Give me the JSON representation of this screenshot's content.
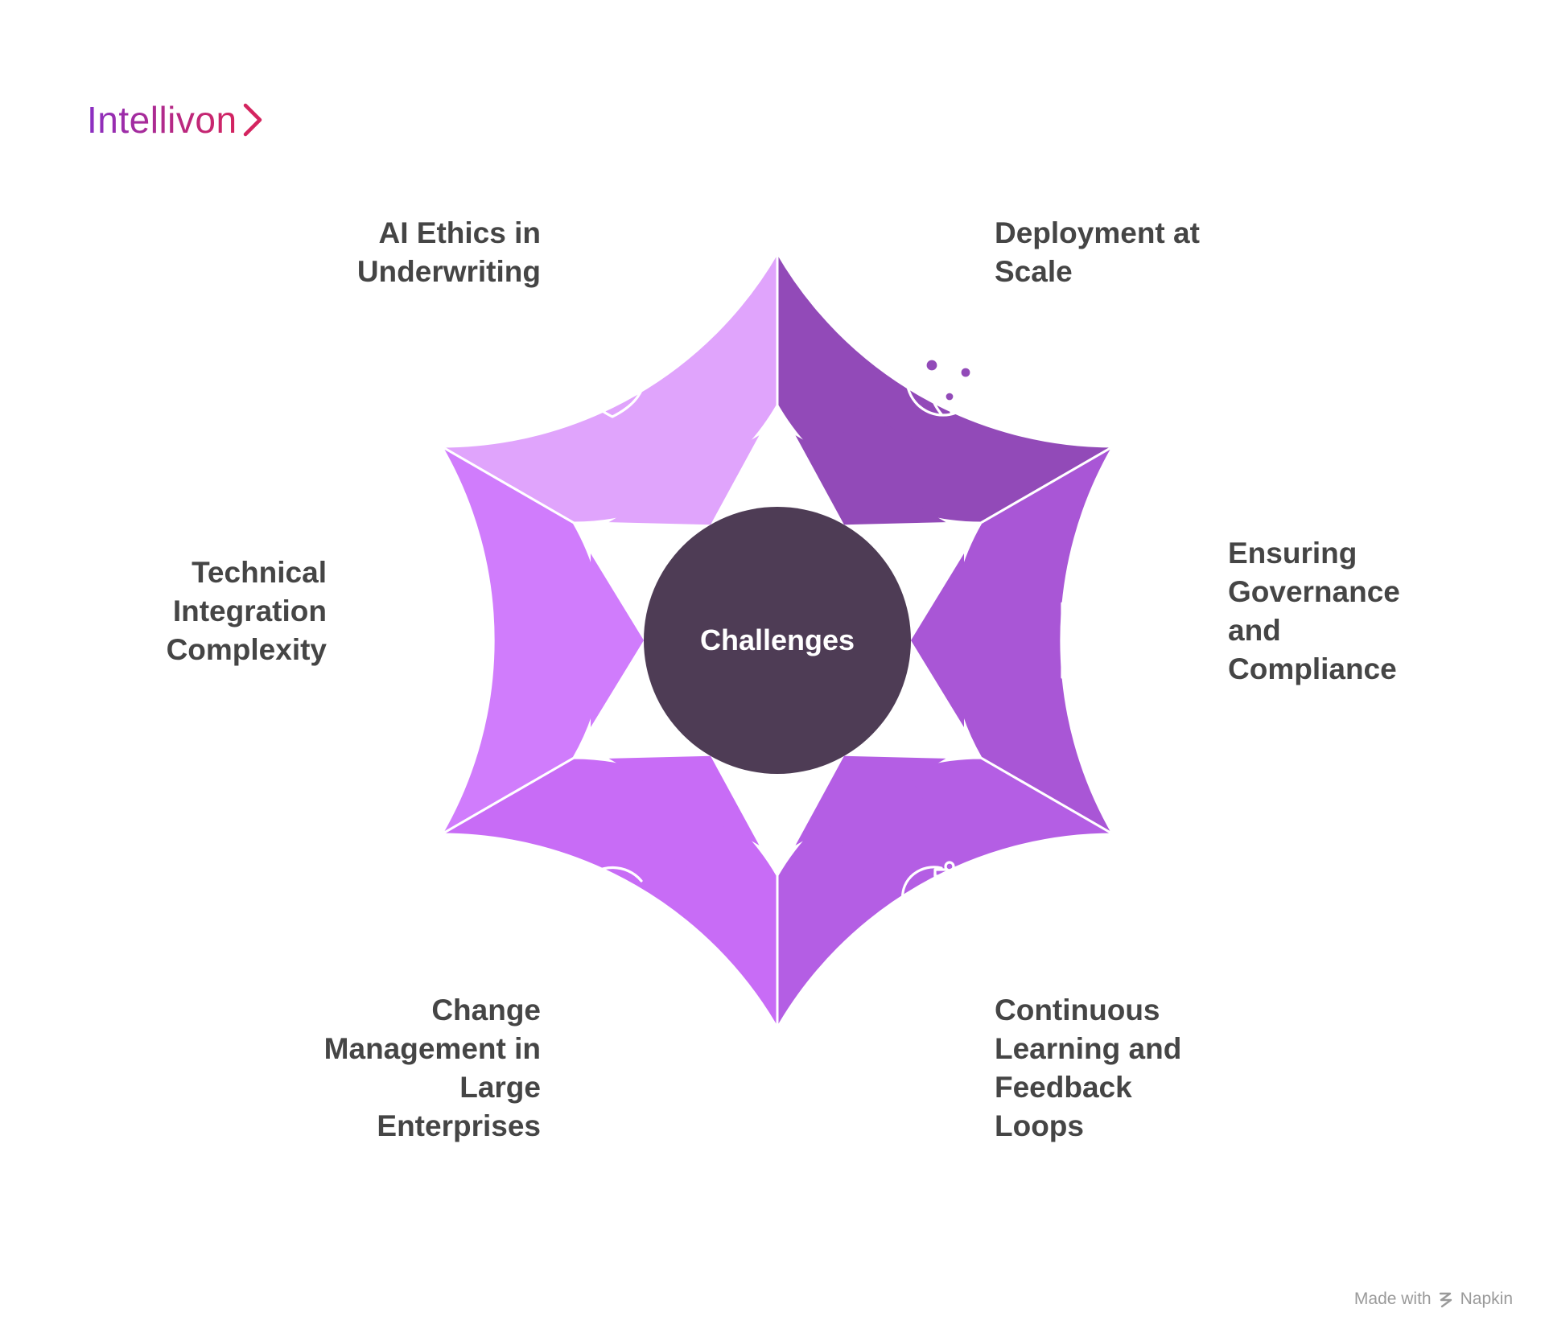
{
  "brand": {
    "name": "Intellivon"
  },
  "center": {
    "label": "Challenges",
    "color": "#4e3c55"
  },
  "segments": [
    {
      "id": "ai-ethics",
      "lines": [
        "AI Ethics in",
        "Underwriting"
      ],
      "color": "#e0a4fc",
      "icon": "shield-heart-icon"
    },
    {
      "id": "deployment",
      "lines": [
        "Deployment at",
        "Scale"
      ],
      "color": "#924ab8",
      "icon": "globe-network-icon"
    },
    {
      "id": "governance",
      "lines": [
        "Ensuring",
        "Governance",
        "and",
        "Compliance"
      ],
      "color": "#a956d6",
      "icon": "document-scales-icon"
    },
    {
      "id": "continuous-learning",
      "lines": [
        "Continuous",
        "Learning and",
        "Feedback",
        "Loops"
      ],
      "color": "#b45ee4",
      "icon": "head-circuit-icon"
    },
    {
      "id": "change-management",
      "lines": [
        "Change",
        "Management in",
        "Large",
        "Enterprises"
      ],
      "color": "#c86cf6",
      "icon": "transform-arrow-icon"
    },
    {
      "id": "technical-integration",
      "lines": [
        "Technical",
        "Integration",
        "Complexity"
      ],
      "color": "#d07cfc",
      "icon": "pistons-gear-icon"
    }
  ],
  "footer": {
    "made_with": "Made with",
    "brand": "Napkin"
  }
}
